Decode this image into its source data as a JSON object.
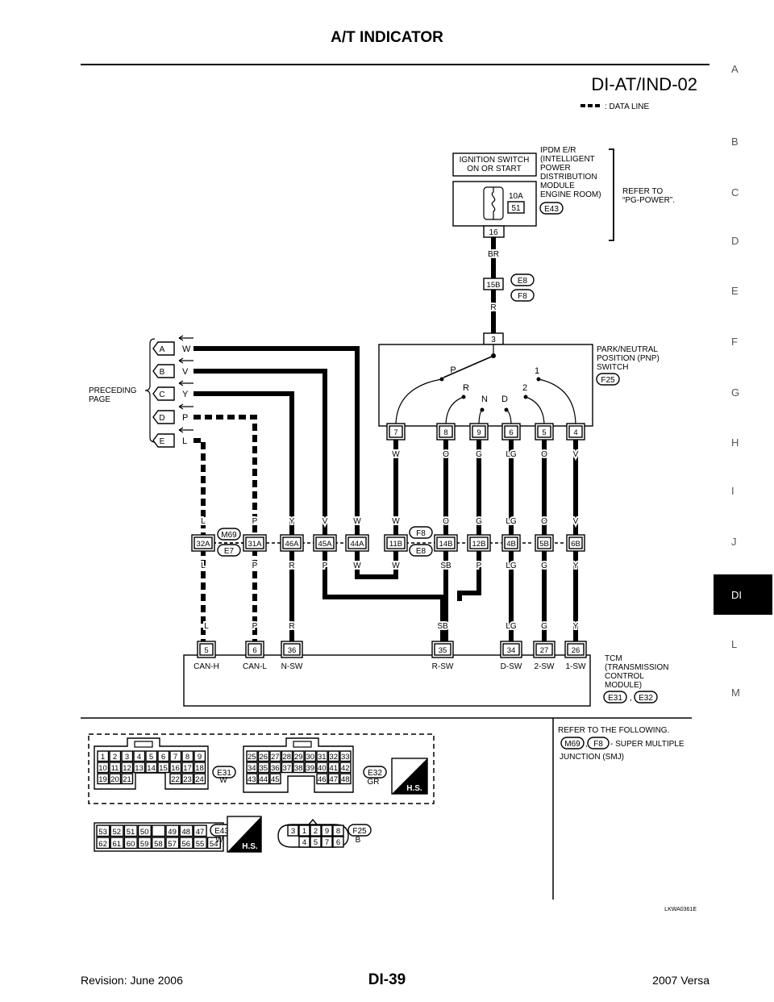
{
  "header": {
    "title": "A/T INDICATOR"
  },
  "diagram_id": "DI-AT/IND-02",
  "legend": {
    "data_line": ": DATA LINE"
  },
  "side_index": [
    "A",
    "B",
    "C",
    "D",
    "E",
    "F",
    "G",
    "H",
    "I",
    "J",
    "DI",
    "L",
    "M"
  ],
  "side_index_active": "DI",
  "ipdm": {
    "ignition_label_1": "IGNITION SWITCH",
    "ignition_label_2": "ON OR START",
    "name_lines": [
      "IPDM E/R",
      "(INTELLIGENT",
      "POWER",
      "DISTRIBUTION",
      "MODULE",
      "ENGINE ROOM)"
    ],
    "connector": "E43",
    "fuse_rating": "10A",
    "fuse_number": "51",
    "terminal": "16",
    "refer_1": "REFER TO",
    "refer_2": "“PG-POWER”."
  },
  "joint": {
    "wire_above": "BR",
    "terminal": "15B",
    "connector_1": "E8",
    "connector_2": "F8",
    "wire_below": "R"
  },
  "pnp": {
    "name_lines": [
      "PARK/NEUTRAL",
      "POSITION (PNP)",
      "SWITCH"
    ],
    "connector": "F25",
    "input_terminal": "3",
    "positions": [
      "P",
      "R",
      "N",
      "D",
      "2",
      "1"
    ],
    "terminals": [
      "7",
      "8",
      "9",
      "6",
      "5",
      "4"
    ],
    "wire_colors": [
      "W",
      "O",
      "G",
      "LG",
      "O",
      "V"
    ]
  },
  "preceding": {
    "label_1": "PRECEDING",
    "label_2": "PAGE",
    "arrows": [
      {
        "id": "A",
        "color": "W"
      },
      {
        "id": "B",
        "color": "V"
      },
      {
        "id": "C",
        "color": "Y"
      },
      {
        "id": "D",
        "color": "P"
      },
      {
        "id": "E",
        "color": "L"
      }
    ]
  },
  "inline": {
    "connectors_left": {
      "top": "M69",
      "bottom": "E7"
    },
    "connectors_right": {
      "top": "F8",
      "bottom": "E8"
    },
    "terminals": [
      {
        "id": "32A",
        "above": "L",
        "below": "L"
      },
      {
        "id": "31A",
        "above": "P",
        "below": "P"
      },
      {
        "id": "46A",
        "above": "Y",
        "below": "R"
      },
      {
        "id": "45A",
        "above": "V",
        "below": "P"
      },
      {
        "id": "44A",
        "above": "W",
        "below": "W"
      },
      {
        "id": "11B",
        "above": "W",
        "below": "W"
      },
      {
        "id": "14B",
        "above": "O",
        "below": "SB"
      },
      {
        "id": "12B",
        "above": "G",
        "below": "P"
      },
      {
        "id": "4B",
        "above": "LG",
        "below": "LG"
      },
      {
        "id": "5B",
        "above": "O",
        "below": "G"
      },
      {
        "id": "6B",
        "above": "V",
        "below": "Y"
      }
    ]
  },
  "tcm": {
    "name_lines": [
      "TCM",
      "(TRANSMISSION",
      "CONTROL",
      "MODULE)"
    ],
    "connector_1": "E31",
    "connector_sep": ",",
    "connector_2": "E32",
    "terminals": [
      {
        "pin": "5",
        "wire": "L",
        "signal": "CAN-H"
      },
      {
        "pin": "6",
        "wire": "P",
        "signal": "CAN-L"
      },
      {
        "pin": "36",
        "wire": "R",
        "signal": "N-SW"
      },
      {
        "pin": "35",
        "wire": "SB",
        "signal": "R-SW"
      },
      {
        "pin": "34",
        "wire": "LG",
        "signal": "D-SW"
      },
      {
        "pin": "27",
        "wire": "G",
        "signal": "2-SW"
      },
      {
        "pin": "26",
        "wire": "Y",
        "signal": "1-SW"
      }
    ]
  },
  "connector_views": {
    "e31": {
      "id": "E31",
      "color": "W",
      "rows": [
        [
          "1",
          "2",
          "3",
          "4",
          "5",
          "6",
          "7",
          "8",
          "9"
        ],
        [
          "10",
          "11",
          "12",
          "13",
          "14",
          "15",
          "16",
          "17",
          "18"
        ],
        [
          "19",
          "20",
          "21",
          null,
          null,
          null,
          "22",
          "23",
          "24"
        ]
      ]
    },
    "e32": {
      "id": "E32",
      "color": "GR",
      "rows": [
        [
          "25",
          "26",
          "27",
          "28",
          "29",
          "30",
          "31",
          "32",
          "33"
        ],
        [
          "34",
          "35",
          "36",
          "37",
          "38",
          "39",
          "40",
          "41",
          "42"
        ],
        [
          "43",
          "44",
          "45",
          null,
          null,
          null,
          "46",
          "47",
          "48"
        ]
      ]
    },
    "e43": {
      "id": "E43",
      "color": "W",
      "rows": [
        [
          "53",
          "52",
          "51",
          "50",
          "",
          "49",
          "48",
          "47"
        ],
        [
          "62",
          "61",
          "60",
          "59",
          "58",
          "57",
          "56",
          "55",
          "54"
        ]
      ]
    },
    "f25": {
      "id": "F25",
      "color": "B",
      "rows": [
        [
          "3",
          "1",
          "2",
          "9",
          "8"
        ],
        [
          "4",
          "5",
          "7",
          "6"
        ]
      ]
    },
    "hs_label": "H.S."
  },
  "refer": {
    "title": "REFER TO THE FOLLOWING.",
    "conn_1": "M69",
    "conn_2": "F8",
    "text_1": "- SUPER MULTIPLE",
    "text_2": "JUNCTION (SMJ)"
  },
  "figure_code": "LKWA0361E",
  "footer": {
    "revision": "Revision: June 2006",
    "page": "DI-39",
    "model": "2007 Versa"
  }
}
